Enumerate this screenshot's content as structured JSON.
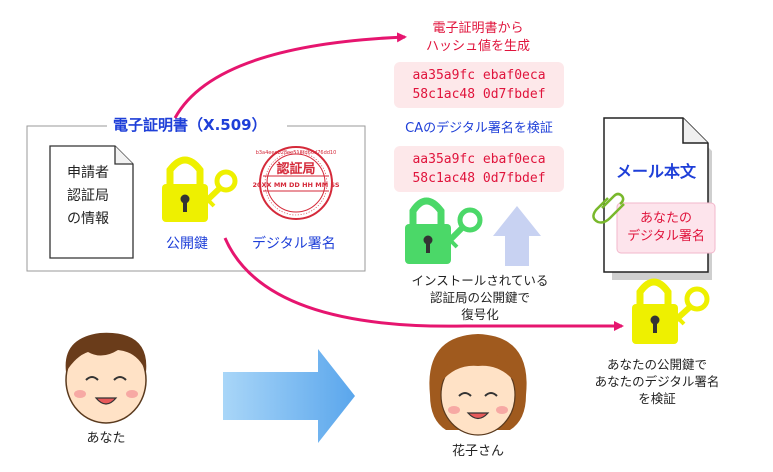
{
  "certificate": {
    "title": "電子証明書（X.509）",
    "applicant_lines": [
      "申請者",
      "認証局",
      "の情報"
    ],
    "public_key_label": "公開鍵",
    "signature_label": "デジタル署名",
    "stamp_text": "認証局",
    "stamp_code": "20XX MM DD HH MM SS",
    "stamp_ring_text": "b3a4eeeb28ee518fd66d76dd10"
  },
  "hash_step": {
    "title_lines": [
      "電子証明書から",
      "ハッシュ値を生成"
    ],
    "hash1_lines": [
      "aa35a9fc ebaf0eca",
      "58c1ac48 0d7fbdef"
    ],
    "verify_label": "CAのデジタル署名を検証",
    "hash2_lines": [
      "aa35a9fc ebaf0eca",
      "58c1ac48 0d7fbdef"
    ],
    "installed_key_lines": [
      "インストールされている",
      "認証局の公開鍵で",
      "復号化"
    ]
  },
  "mail": {
    "body_title": "メール本文",
    "signature_lines": [
      "あなたの",
      "デジタル署名"
    ],
    "verify_lines": [
      "あなたの公開鍵で",
      "あなたのデジタル署名",
      "を検証"
    ]
  },
  "people": {
    "you": "あなた",
    "hanako": "花子さん"
  },
  "colors": {
    "arrow": "#e6156f",
    "hash_text": "#e0143c",
    "hash_bg": "#fde8ea",
    "blue_text": "#1e3fd8",
    "key_yellow": "#eef000",
    "key_green": "#4bd868",
    "big_arrow": "#6fb7f0",
    "up_arrow": "#c8d2f2"
  }
}
